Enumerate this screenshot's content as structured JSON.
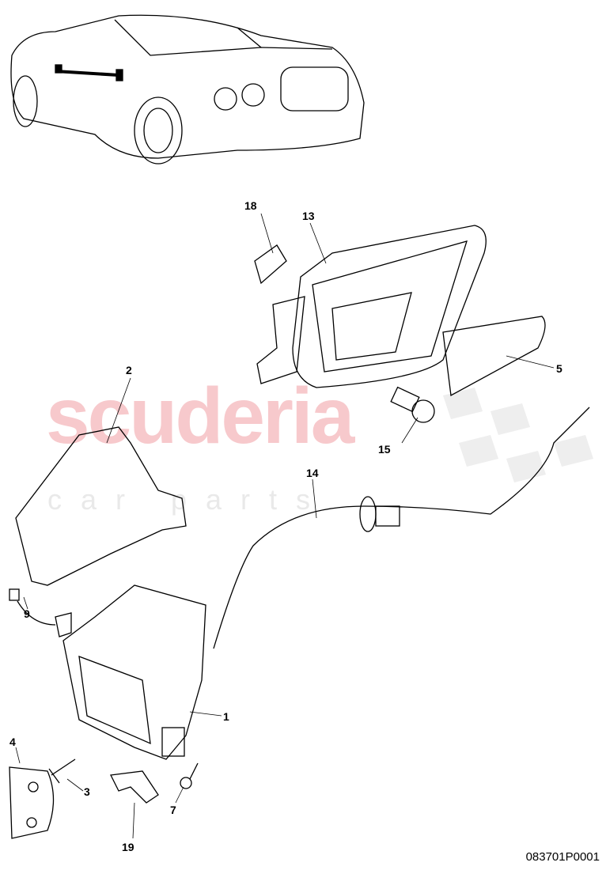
{
  "watermark": {
    "brand": "scuderia",
    "sub": "car parts"
  },
  "diagram_code": "083701P0001",
  "callouts": [
    "18",
    "13",
    "5",
    "15",
    "2",
    "14",
    "9",
    "1",
    "4",
    "3",
    "7",
    "19"
  ]
}
